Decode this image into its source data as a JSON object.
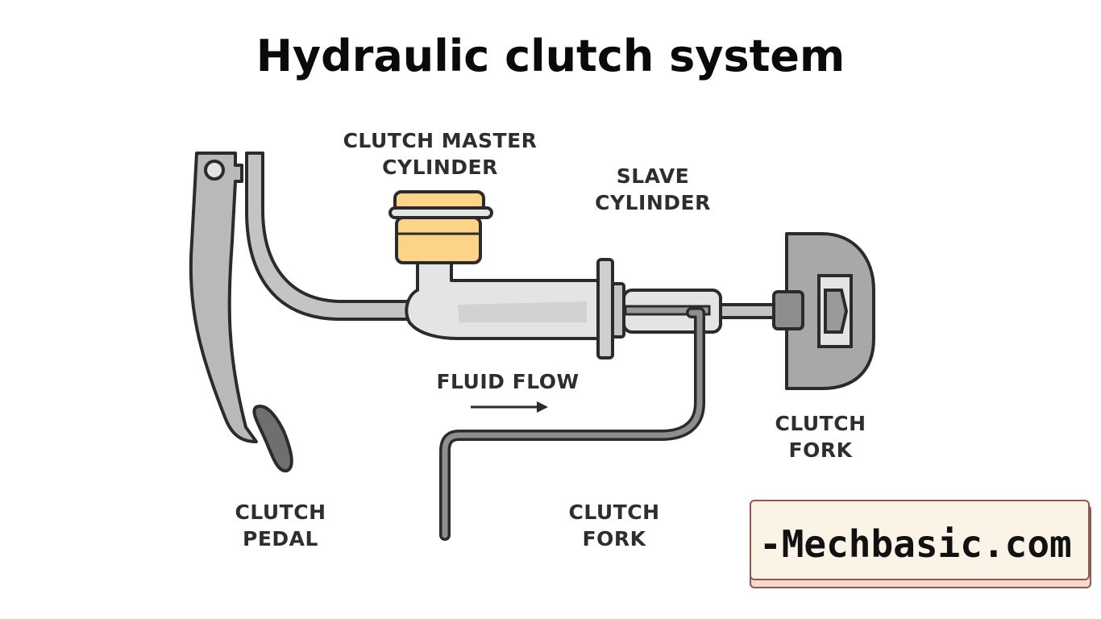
{
  "title": "Hydraulic clutch system",
  "labels": {
    "master_line1": "CLUTCH MASTER",
    "master_line2": "CYLINDER",
    "slave_line1": "SLAVE",
    "slave_line2": "CYLINDER",
    "fluid_flow": "FLUID FLOW",
    "fork_right_line1": "CLUTCH",
    "fork_right_line2": "FORK",
    "pedal_line1": "CLUTCH",
    "pedal_line2": "PEDAL",
    "fork_bottom_line1": "CLUTCH",
    "fork_bottom_line2": "FORK"
  },
  "watermark": "-Mechbasic.com",
  "colors": {
    "reservoir": "#fbd389",
    "metal_light": "#e4e4e4",
    "metal_mid": "#b9b9b9",
    "metal_dark": "#8e8e8e",
    "outline": "#2b2b2b",
    "fork_body": "#a8a8a8"
  }
}
